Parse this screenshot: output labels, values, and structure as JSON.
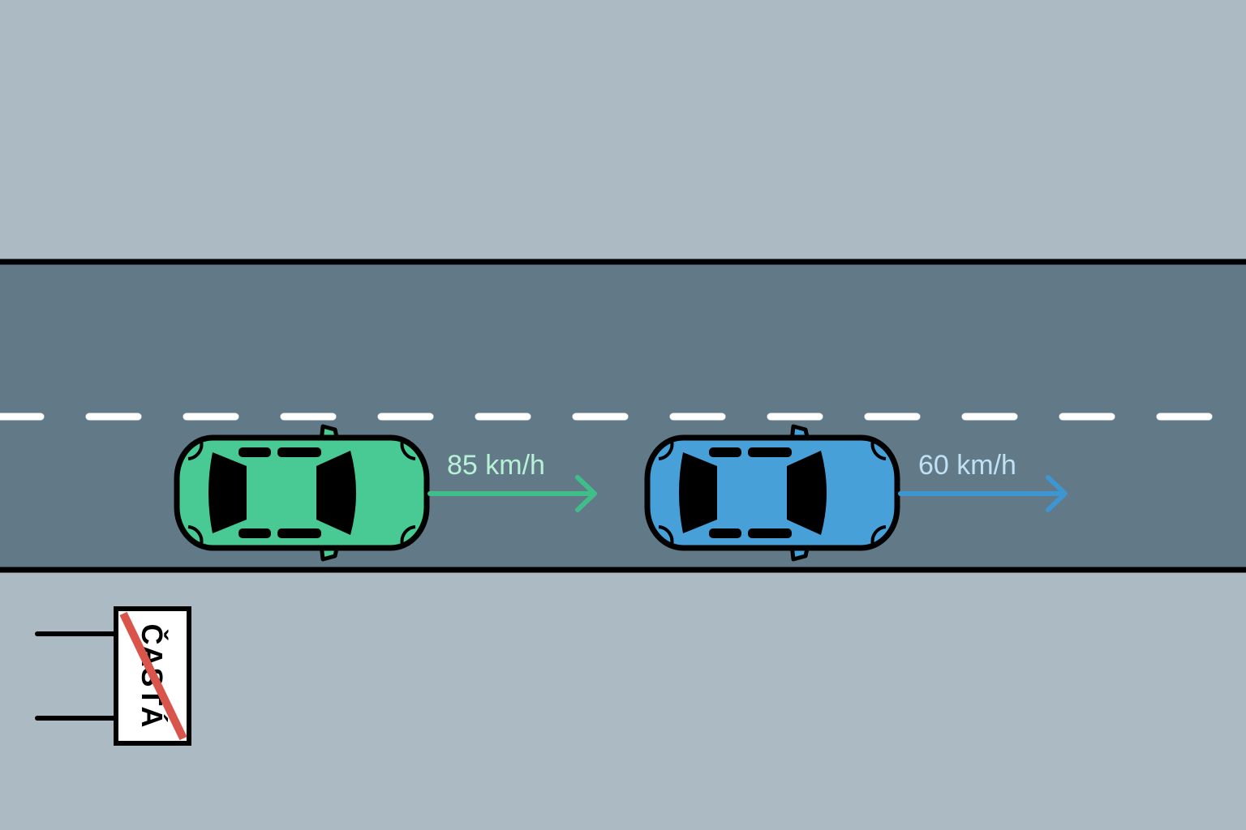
{
  "colors": {
    "grass": "#acbac4",
    "road": "#627a88",
    "edge_line": "#000000",
    "lane_marking": "#ffffff",
    "green_car": "#49c993",
    "blue_car": "#48a0d9",
    "green_label": "#b8f2d6",
    "blue_label": "#bfe0f5",
    "sign_strike": "#d9544a"
  },
  "vehicles": {
    "green_car": {
      "speed_label": "85 km/h",
      "color": "green"
    },
    "blue_car": {
      "speed_label": "60 km/h",
      "color": "blue"
    }
  },
  "sign": {
    "type": "end-of-town",
    "text": "ČASTÁ"
  }
}
